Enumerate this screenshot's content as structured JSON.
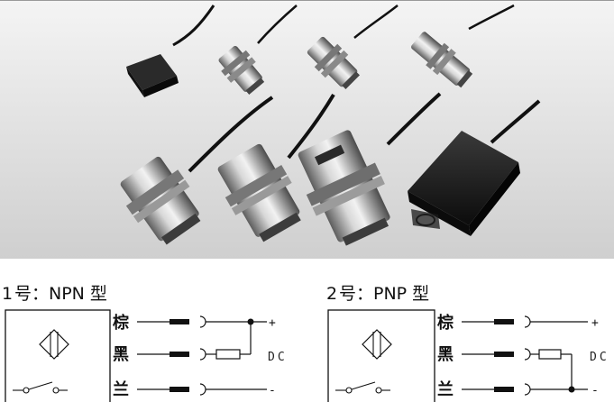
{
  "colors": {
    "background": "#ffffff",
    "line": "#111111",
    "sensor_dark": "#151515",
    "sensor_metal": "#8a8a8a"
  },
  "npn": {
    "number": "1",
    "title": "号：NPN 型",
    "wires": [
      "棕",
      "黑",
      "兰"
    ],
    "plus": "+",
    "minus": "-",
    "dc": "DC"
  },
  "pnp": {
    "number": "2",
    "title": "号：PNP 型",
    "wires": [
      "棕",
      "黑",
      "兰"
    ],
    "plus": "+",
    "minus": "-",
    "dc": "DC"
  }
}
